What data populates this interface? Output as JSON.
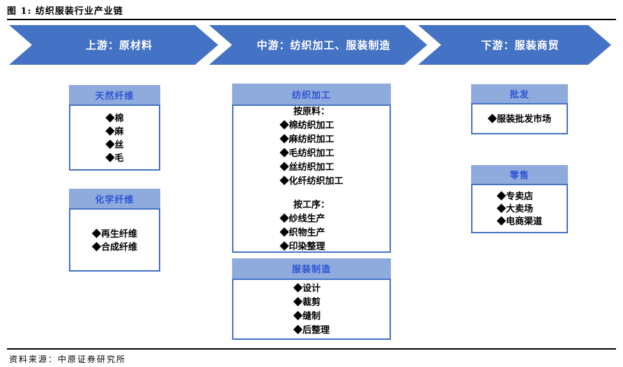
{
  "figure": {
    "title": "图 1: 纺织服装行业产业链",
    "source": "资料来源：中原证券研究所"
  },
  "arrows": [
    {
      "label": "上游：原材料"
    },
    {
      "label": "中游：纺织加工、服装制造"
    },
    {
      "label": "下游：服装商贸"
    }
  ],
  "boxes": {
    "natural": {
      "title": "天然纤维",
      "items": [
        "◆棉",
        "◆麻",
        "◆丝",
        "◆毛"
      ]
    },
    "chemical": {
      "title": "化学纤维",
      "items": [
        "◆再生纤维",
        "◆合成纤维"
      ]
    },
    "textile": {
      "title": "纺织加工",
      "group1_label": "按原料：",
      "group1_items": [
        "◆棉纺织加工",
        "◆麻纺织加工",
        "◆毛纺织加工",
        "◆丝纺织加工",
        "◆化纤纺织加工"
      ],
      "group2_label": "按工序：",
      "group2_items": [
        "◆纱线生产",
        "◆织物生产",
        "◆印染整理"
      ]
    },
    "garment": {
      "title": "服装制造",
      "items": [
        "◆设计",
        "◆裁剪",
        "◆缝制",
        "◆后整理"
      ]
    },
    "wholesale": {
      "title": "批发",
      "items": [
        "◆服装批发市场"
      ]
    },
    "retail": {
      "title": "零售",
      "items": [
        "◆专卖店",
        "◆大卖场",
        "◆电商渠道"
      ]
    }
  },
  "colors": {
    "arrow_fill": "#4472C4",
    "header_fill": "#8FAADC",
    "header_text": "#2F55D4",
    "box_border": "#4472C4",
    "rule": "#000000",
    "text": "#000000",
    "arrow_text": "#FFFFFF"
  }
}
